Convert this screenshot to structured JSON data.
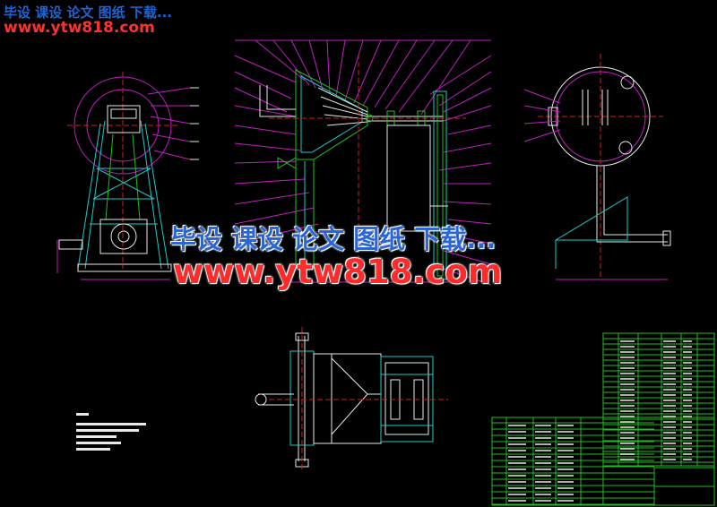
{
  "watermark": {
    "top_line1": "毕设 课设 论文 图纸 下载...",
    "top_line2": "www.ytw818.com",
    "center_line1": "毕设 课设 论文 图纸 下载...",
    "center_line2": "www.ytw818.com"
  },
  "colors": {
    "background": "#000000",
    "drawing_magenta": "#c020c0",
    "drawing_cyan": "#20c8c8",
    "drawing_green": "#20c020",
    "drawing_white": "#e8e8e8",
    "drawing_red": "#d02020",
    "watermark_blue": "#2a66d8",
    "watermark_red": "#ff2a2a"
  }
}
